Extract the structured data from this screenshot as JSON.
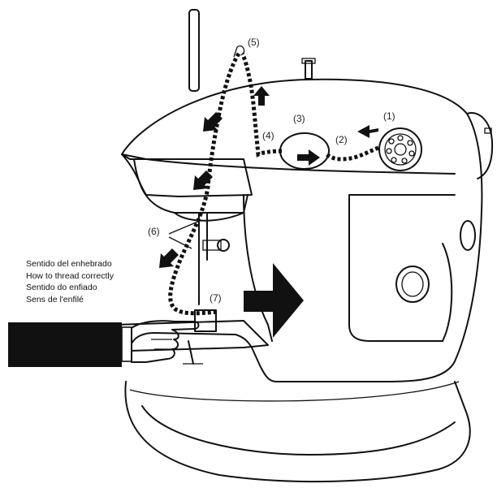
{
  "steps": [
    {
      "label": "(1)"
    },
    {
      "label": "(2)"
    },
    {
      "label": "(3)"
    },
    {
      "label": "(4)"
    },
    {
      "label": "(5)"
    },
    {
      "label": "(6)"
    },
    {
      "label": "(7)"
    }
  ],
  "caption": {
    "lines": [
      "Sentido del enhebrado",
      "How to thread correctly",
      "Sentido do enfiado",
      "Sens de l'enfilé"
    ]
  }
}
